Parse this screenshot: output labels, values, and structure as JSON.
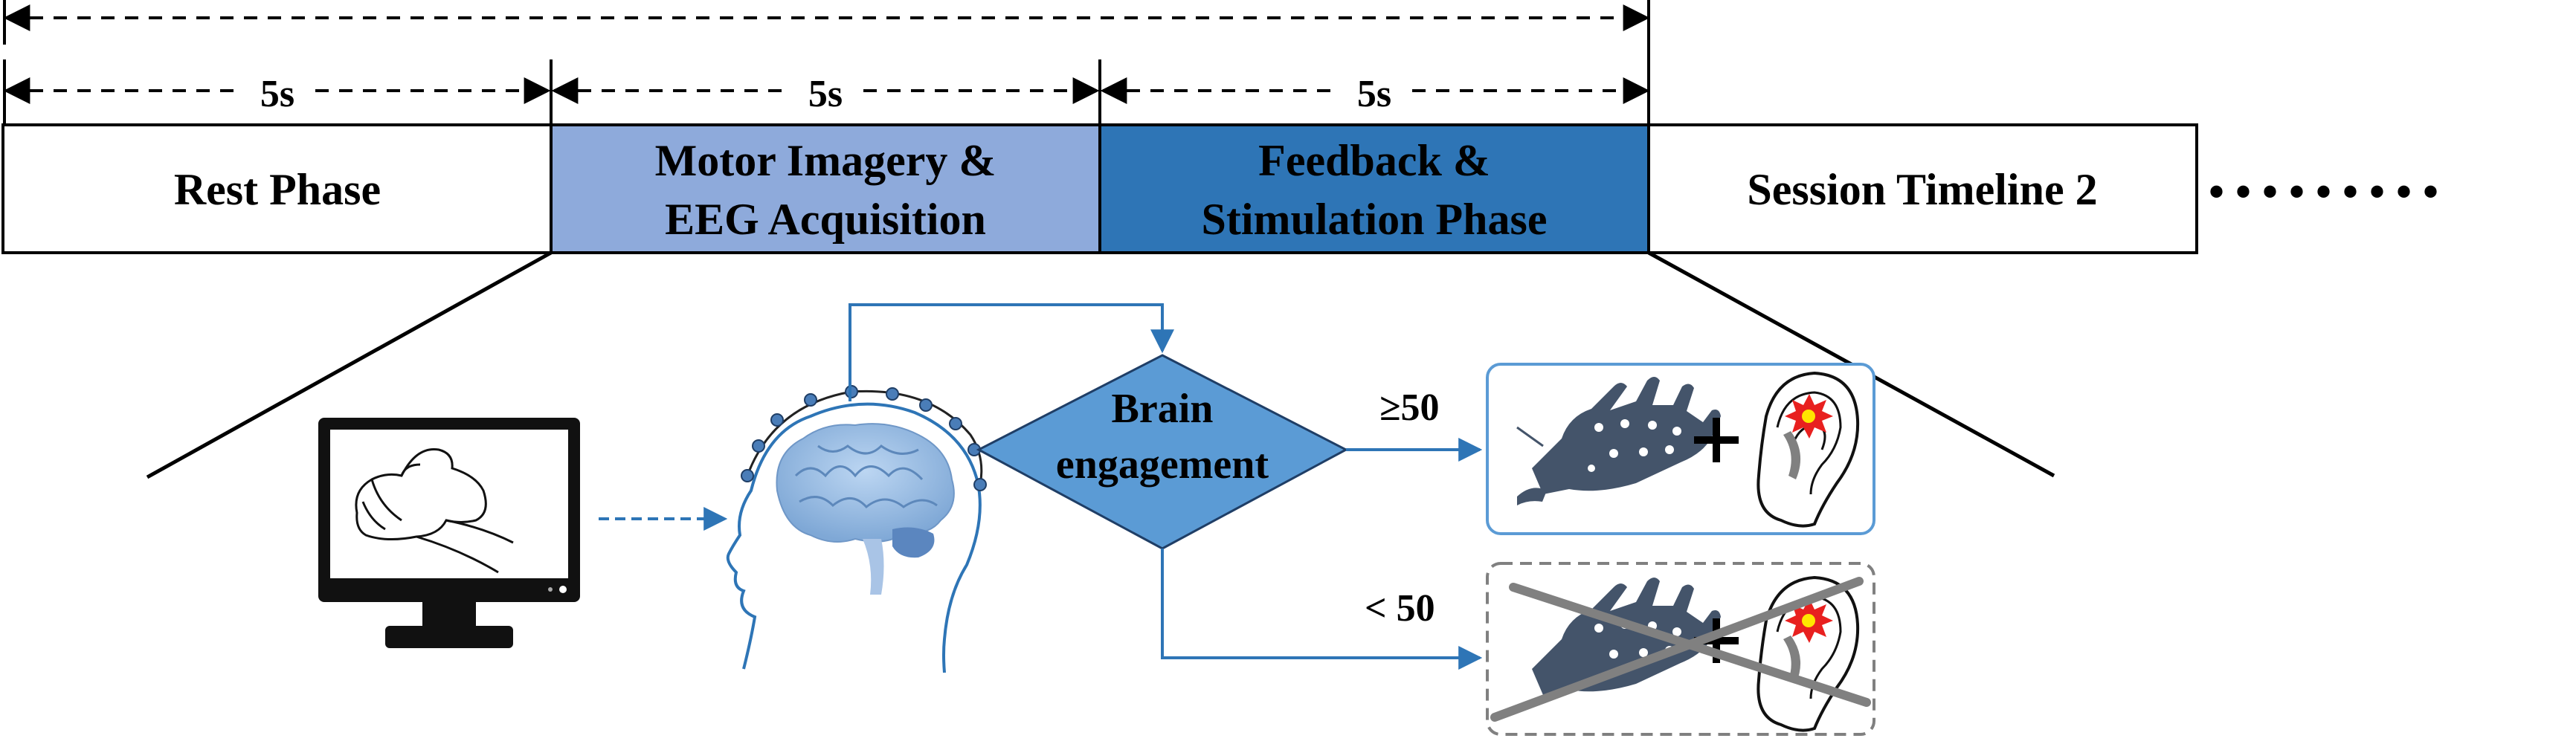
{
  "timeline": {
    "durations": [
      "5s",
      "5s",
      "5s"
    ],
    "phases": [
      {
        "line1": "Rest Phase",
        "line2": "",
        "fill": "#ffffff"
      },
      {
        "line1": "Motor Imagery &",
        "line2": "EEG Acquisition",
        "fill": "#8eaadb"
      },
      {
        "line1": "Feedback &",
        "line2": "Stimulation Phase",
        "fill": "#2e75b6"
      },
      {
        "line1": "Session Timeline 2",
        "line2": "",
        "fill": "#ffffff"
      }
    ],
    "ellipsis": "• • • • • • • • •"
  },
  "flow": {
    "decision_line1": "Brain",
    "decision_line2": "engagement",
    "high_label": "≥50",
    "low_label": "< 50"
  },
  "colors": {
    "accent": "#2e75b6",
    "decision_fill": "#5b9bd5",
    "hand": "#44546a",
    "gray": "#808080"
  },
  "icons": [
    "monitor-icon",
    "hand-image-icon",
    "head-brain-eeg-icon",
    "robotic-glove-icon",
    "ear-stimulation-icon",
    "plus-icon",
    "cross-out-icon"
  ]
}
